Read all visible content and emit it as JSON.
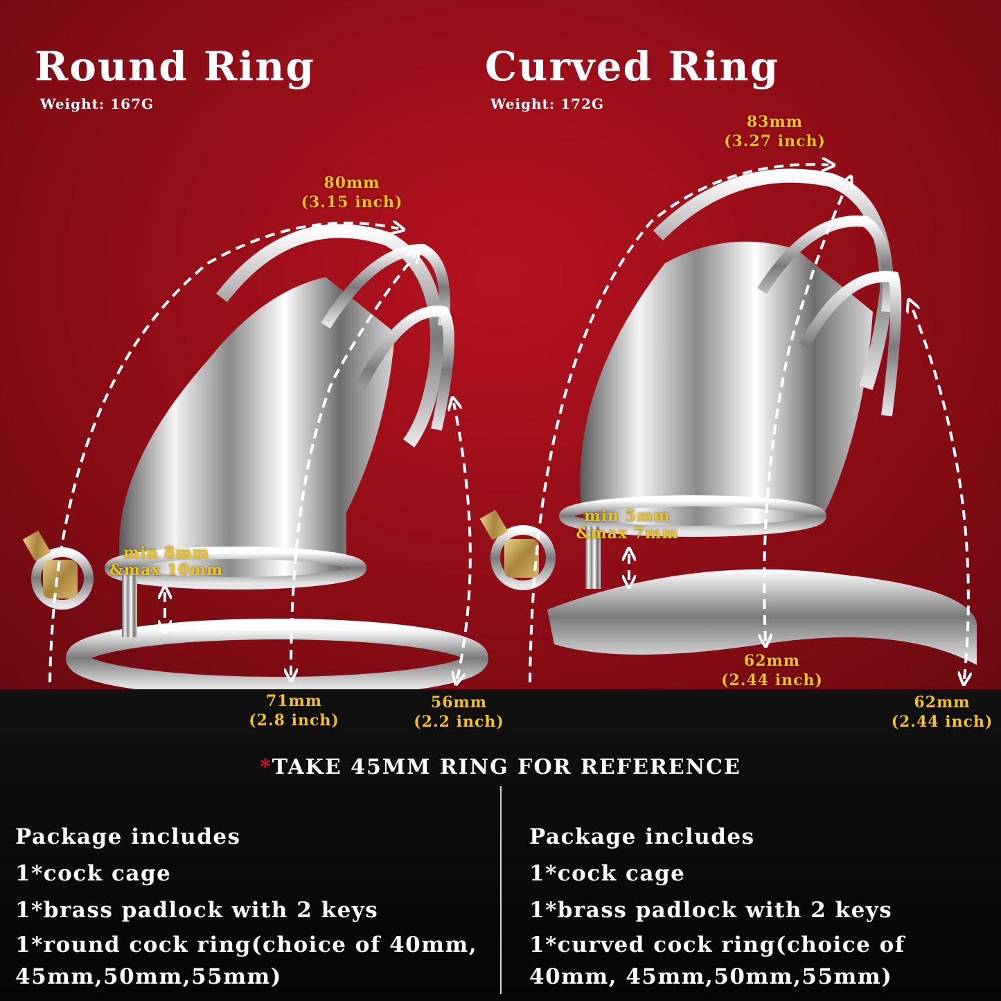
{
  "left": {
    "title": "Round Ring",
    "weight": "Weight:  167G",
    "dims": {
      "arc": [
        "80mm",
        "(3.15 inch)"
      ],
      "gap": [
        "min 8mm",
        "&max 10mm"
      ],
      "length": [
        "71mm",
        "(2.8 inch)"
      ],
      "front": [
        "56mm",
        "(2.2 inch)"
      ]
    },
    "package": {
      "heading": "Package includes",
      "items": [
        "1*cock cage",
        "1*brass padlock with 2 keys",
        "1*round cock ring(choice of 40mm, 45mm,50mm,55mm)"
      ]
    }
  },
  "right": {
    "title": "Curved Ring",
    "weight": "Weight:  172G",
    "dims": {
      "arc": [
        "83mm",
        "(3.27 inch)"
      ],
      "gap": [
        "min 5mm",
        "&max 7mm"
      ],
      "length": [
        "62mm",
        "(2.44 inch)"
      ],
      "front": [
        "62mm",
        "(2.44 inch)"
      ]
    },
    "package": {
      "heading": "Package includes",
      "items": [
        "1*cock cage",
        "1*brass padlock with 2 keys",
        "1*curved cock ring(choice of 40mm, 45mm,50mm,55mm)"
      ]
    }
  },
  "reference": {
    "star": "*",
    "text": "TAKE 45MM RING FOR REFERENCE"
  },
  "colors": {
    "background_red": "#9e0f1a",
    "accent_yellow": "#f3c312",
    "footer_black": "#0a0a0a",
    "star_red": "#e0121f"
  }
}
